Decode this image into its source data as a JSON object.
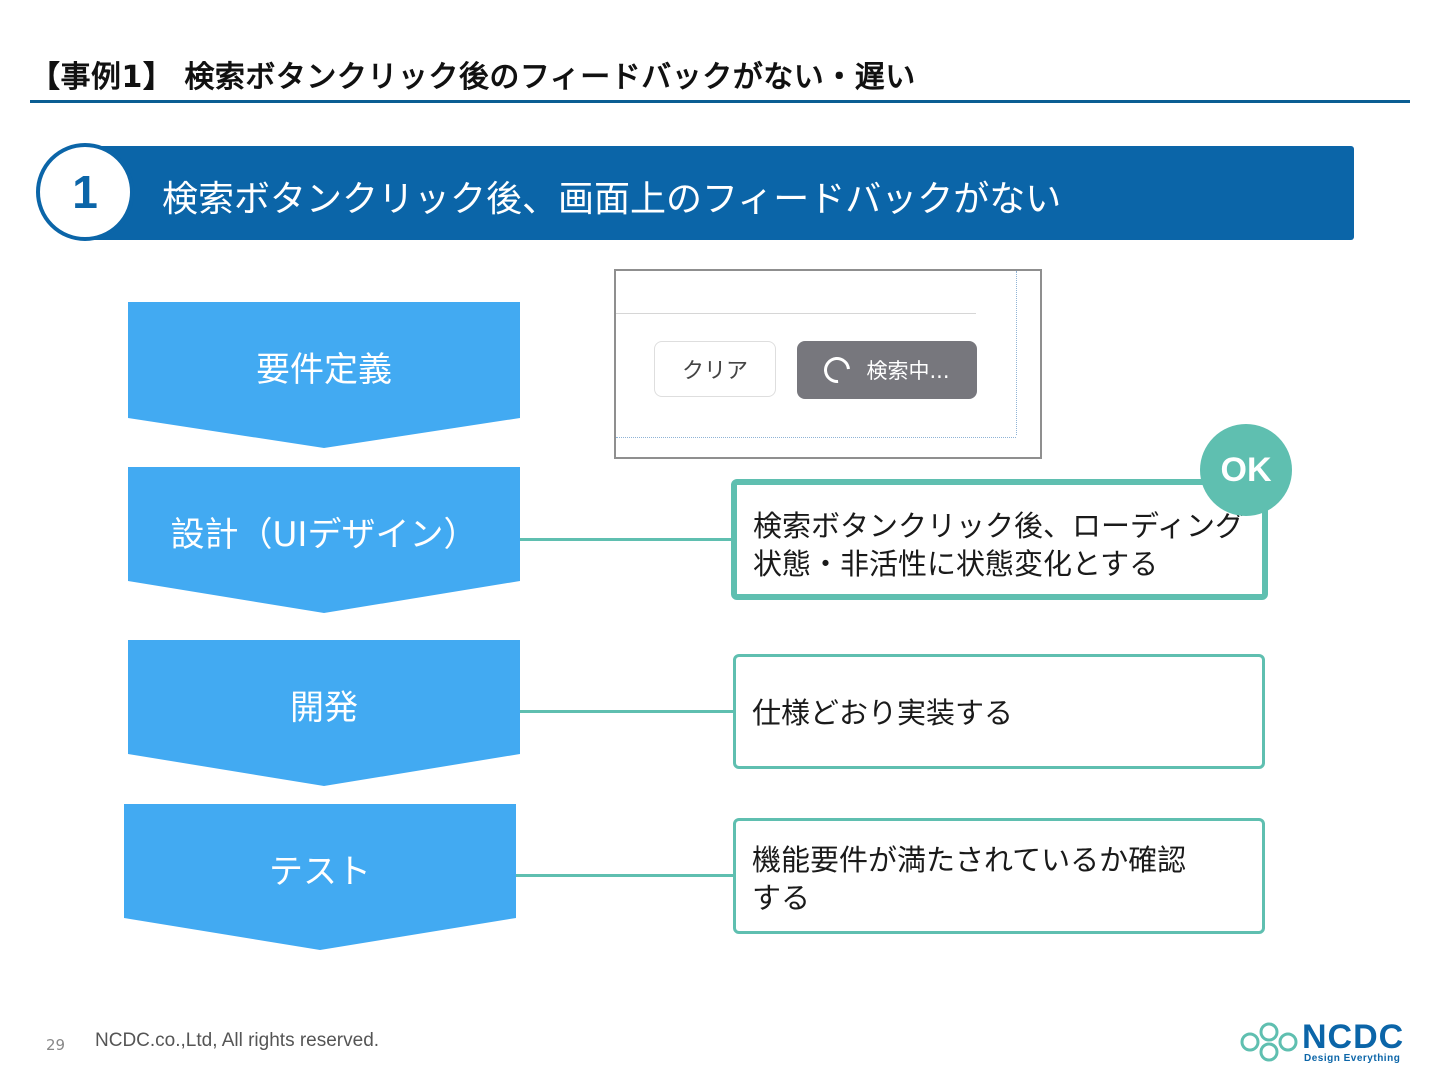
{
  "slide": {
    "title": "【事例1】 検索ボタンクリック後のフィードバックがない・遅い",
    "section_number": "1",
    "section_heading": "検索ボタンクリック後、画面上のフィードバックがない"
  },
  "flow_steps": [
    {
      "label": "要件定義"
    },
    {
      "label": "設計（UIデザイン）"
    },
    {
      "label": "開発"
    },
    {
      "label": "テスト"
    }
  ],
  "notes": [
    {
      "lines": [
        "検索ボタンクリック後、ローディング",
        "状態・非活性に状態変化とする"
      ],
      "badge": "OK"
    },
    {
      "lines": [
        "仕様どおり実装する"
      ]
    },
    {
      "lines": [
        "機能要件が満たされているか確認",
        "する"
      ]
    }
  ],
  "mock_ui": {
    "clear_button": "クリア",
    "search_button": "検索中..."
  },
  "footer": {
    "page_number": "29",
    "copyright": "NCDC.co.,Ltd, All rights reserved.",
    "logo_text": "NCDC",
    "logo_tagline": "Design Everything"
  },
  "colors": {
    "heading_blue": "#0b65a8",
    "step_blue": "#42aaf2",
    "teal": "#5fbfb0",
    "button_gray": "#77777d"
  }
}
